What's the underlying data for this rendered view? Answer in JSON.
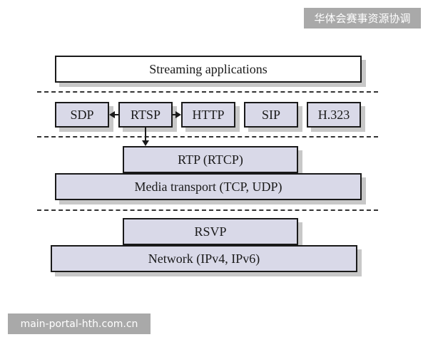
{
  "watermarks": {
    "top": "华体会赛事资源协调",
    "bottom": "main-portal-hth.com.cn"
  },
  "diagram": {
    "app_layer": "Streaming applications",
    "protocols": {
      "sdp": "SDP",
      "rtsp": "RTSP",
      "http": "HTTP",
      "sip": "SIP",
      "h323": "H.323"
    },
    "rtp": "RTP (RTCP)",
    "media_transport": "Media transport (TCP, UDP)",
    "rsvp": "RSVP",
    "network": "Network (IPv4, IPv6)"
  }
}
